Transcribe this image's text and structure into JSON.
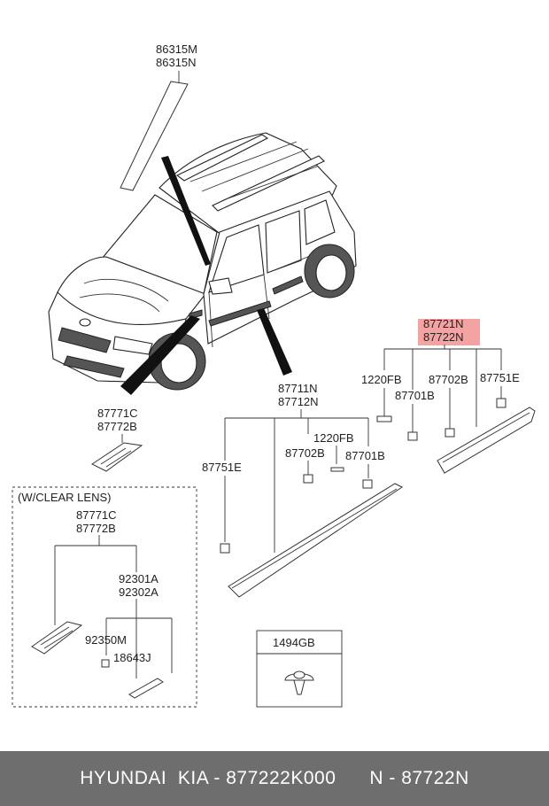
{
  "labels": {
    "garnish_pillar": [
      "86315M",
      "86315N"
    ],
    "front_marker": [
      "87771C",
      "87772B"
    ],
    "clear_lens_title": "(W/CLEAR LENS)",
    "clear_lens_marker": [
      "87771C",
      "87772B"
    ],
    "clear_lens_bulb": [
      "92301A",
      "92302A"
    ],
    "bulb_a": "92350M",
    "bulb_b": "18643J",
    "front_door_moulding": [
      "87711N",
      "87712N"
    ],
    "clip_front_a": "1220FB",
    "clip_front_b": "87702B",
    "clip_front_c": "87701B",
    "clip_front_d": "87751E",
    "rear_door_moulding_line1": "87721N",
    "rear_door_moulding_line2": "87722N",
    "clip_rear_a": "1220FB",
    "clip_rear_b": "87701B",
    "clip_rear_c": "87702B",
    "clip_rear_d": "87751E",
    "clip_box": "1494GB"
  },
  "highlight_color": "#f4a3a3",
  "footer": "HYUNDAI  KIA - 877222K000      N - 87722N"
}
